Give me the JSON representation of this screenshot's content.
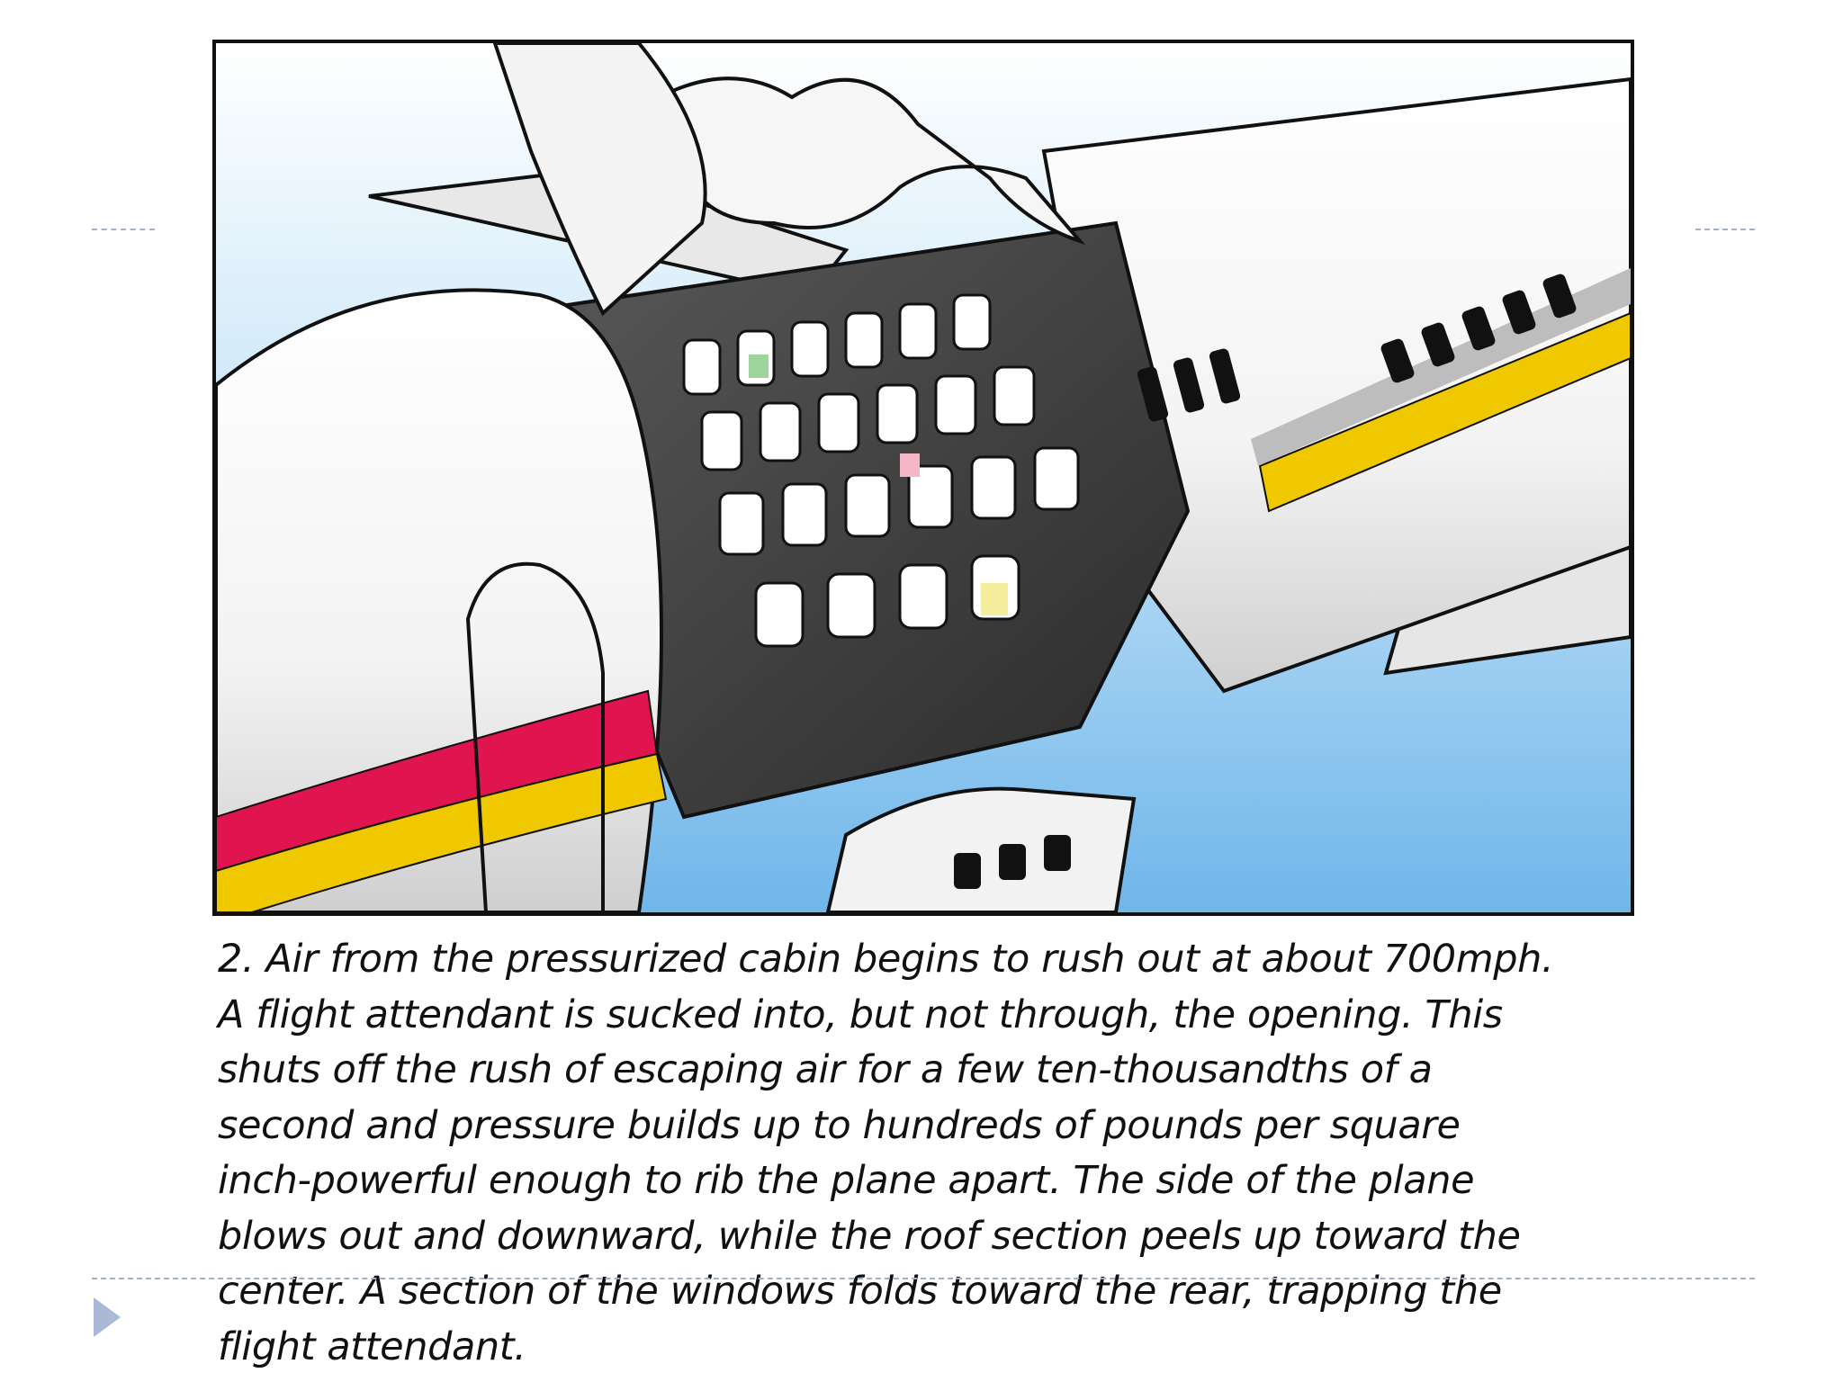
{
  "slide": {
    "caption_lines": [
      "2. Air from the pressurized cabin begins to rush out at about 700mph.",
      "A flight attendant is sucked into, but not through, the opening. This",
      "shuts off the rush of escaping air for a few ten-thousandths of a",
      "second and pressure builds up to hundreds of pounds per square",
      "inch-powerful enough to rib the plane apart. The side of the plane",
      "blows out and downward, while the roof section peels up toward the",
      "center. A section of the windows folds toward the rear, trapping the",
      "flight attendant."
    ],
    "bullet_icon": "triangle-bullet-icon",
    "colors": {
      "sky": "#8ec5ee",
      "fuselage": "#f2f2f2",
      "stripe_red": "#e0144f",
      "stripe_yellow": "#f0c800",
      "cabin_dark": "#3a3a3a",
      "guide_line": "#9fb0c8",
      "bullet": "#a9b9d6"
    }
  }
}
